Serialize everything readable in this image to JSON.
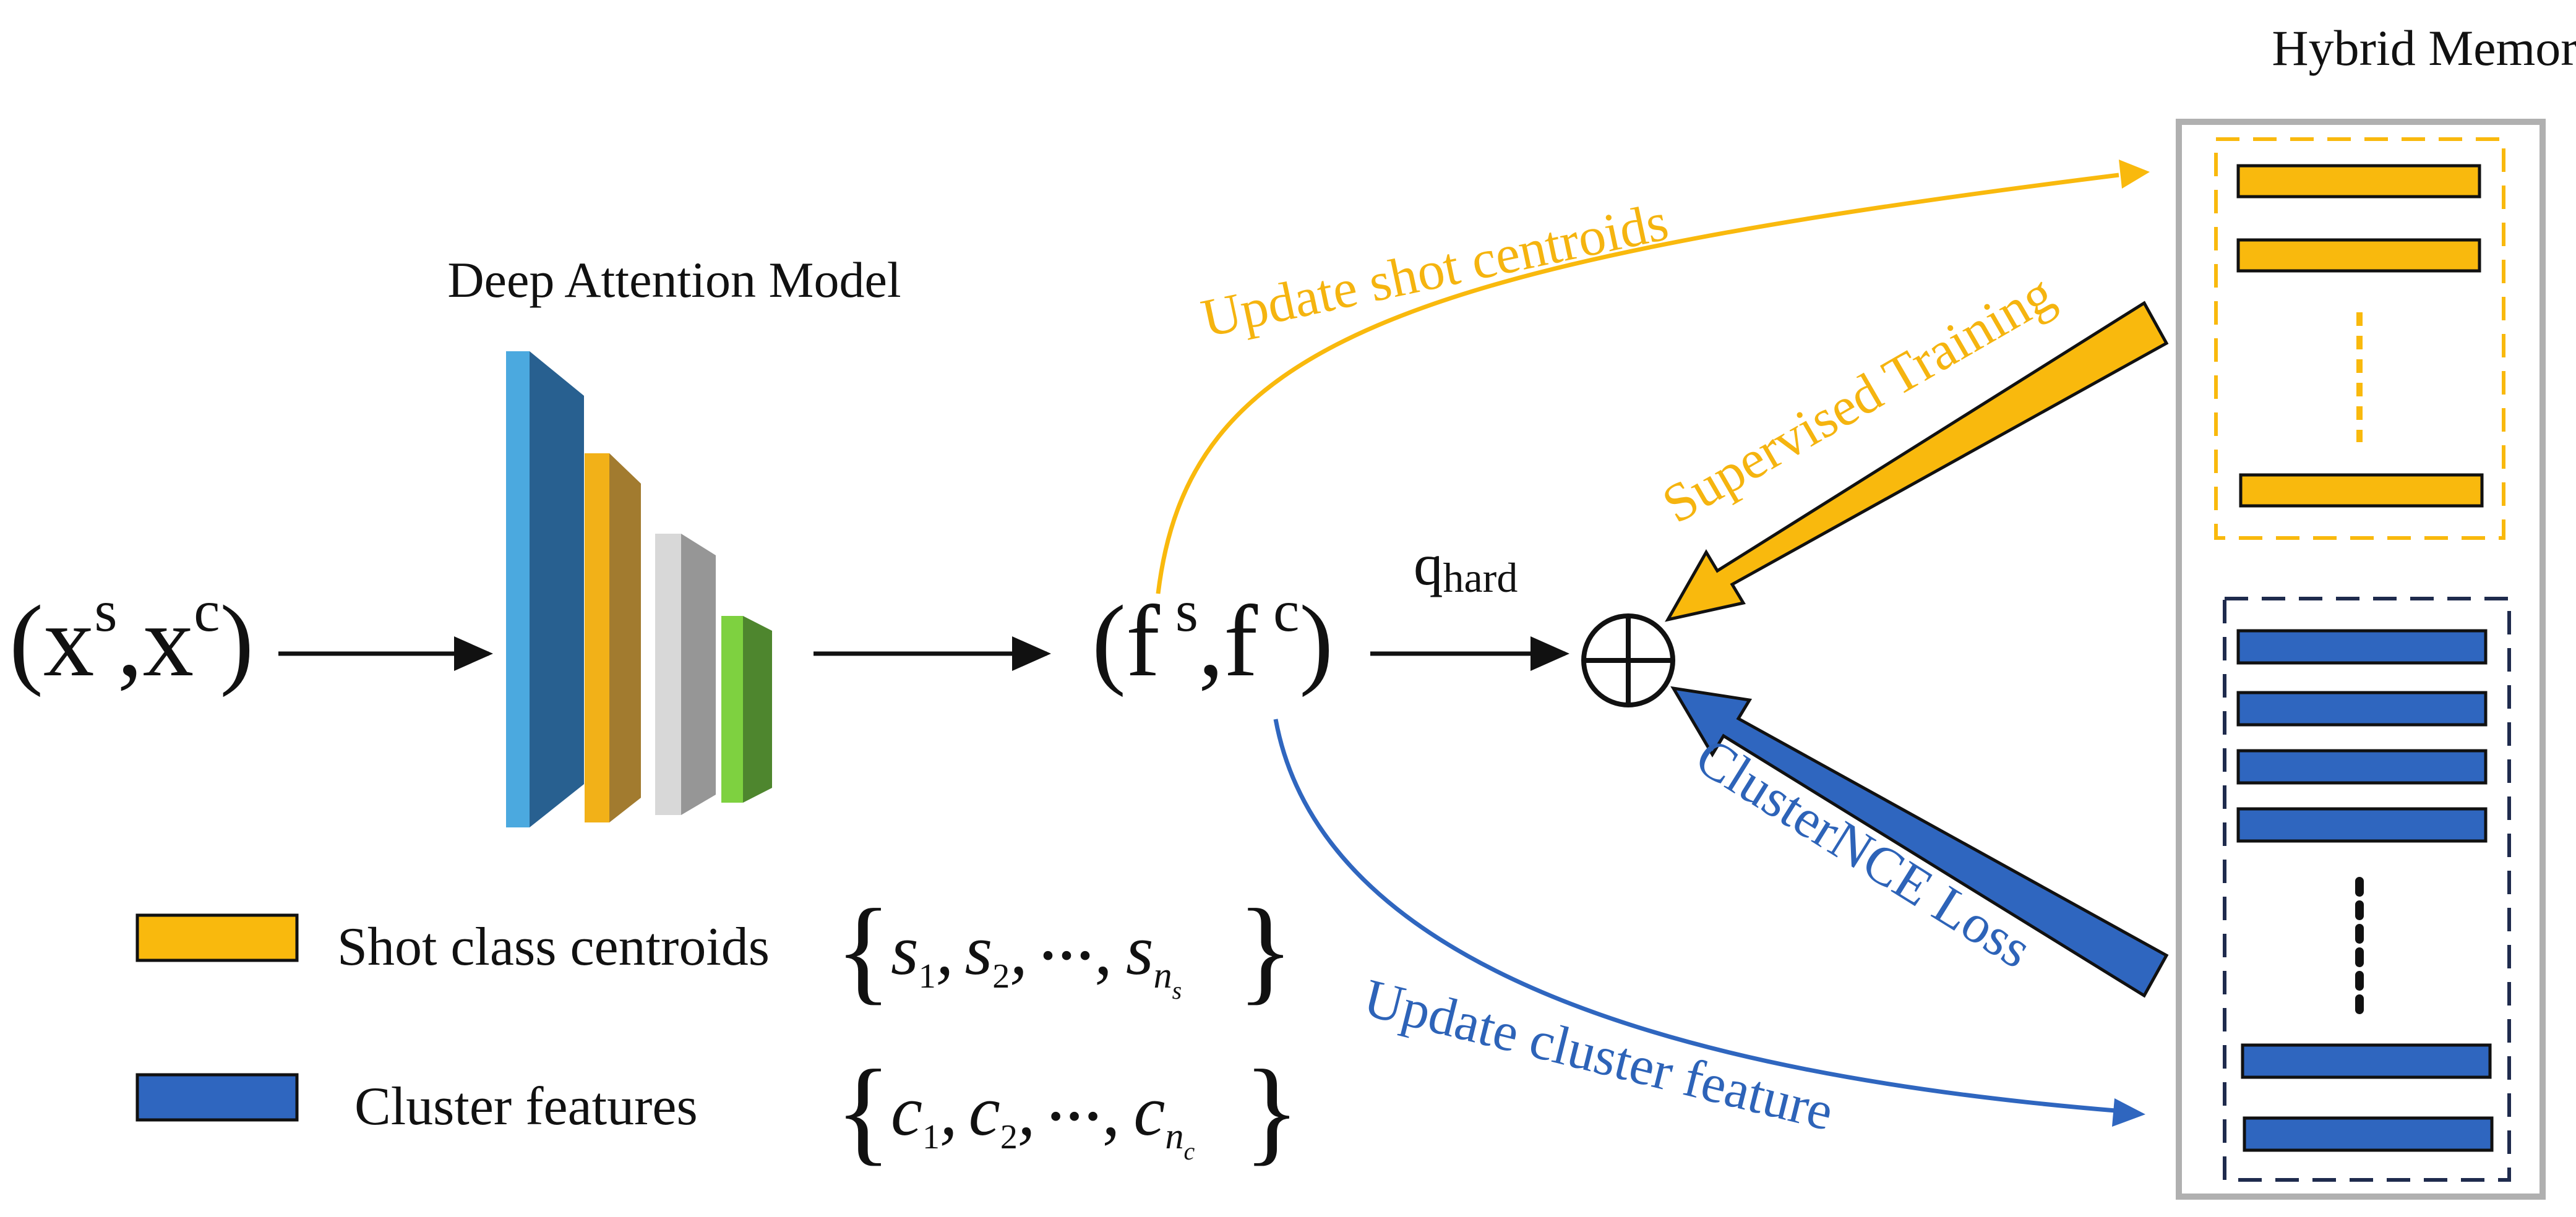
{
  "title": "Hybrid Memory",
  "model": {
    "title": "Deep Attention Model"
  },
  "input": {
    "open": "(x",
    "sup_s": "s",
    "mid": ",x",
    "sup_c": "c",
    "close": ")"
  },
  "features": {
    "open": "(f",
    "sup_s": "s",
    "mid": ",f",
    "sup_c": "c",
    "close": ")"
  },
  "qhard": {
    "q": "q",
    "sub": "hard"
  },
  "oplus_symbol": "⊕",
  "arrows": {
    "update_shot": "Update shot centroids",
    "supervised": "Supervised Training",
    "cluster_nce": "ClusterNCE Loss",
    "update_cluster": "Update cluster feature"
  },
  "legend": {
    "shot_label": "Shot class centroids",
    "shot_set": {
      "brace_open": "{",
      "s": "s",
      "sub1": "1",
      "sub2": "2",
      "dots": "···",
      "subn": "n",
      "subn_sub": "s",
      "brace_close": "}"
    },
    "cluster_label": "Cluster features",
    "cluster_set": {
      "brace_open": "{",
      "c": "c",
      "sub1": "1",
      "sub2": "2",
      "dots": "···",
      "subn": "n",
      "subn_sub": "c",
      "brace_close": "}"
    }
  },
  "colors": {
    "orange": "#F9B90D",
    "blue": "#2F66BF",
    "text_orange": "#F5B40F",
    "text_blue": "#2D63B8",
    "dark_navy": "#1F2B4D",
    "gray": "#B0B0B0",
    "layer_blue_light": "#4BA9DF",
    "layer_blue_dark": "#286090",
    "layer_gold": "#F2B118",
    "layer_brown": "#A27B2F",
    "layer_lightgray": "#D8D8D8",
    "layer_gray": "#969696",
    "layer_green_light": "#7ED140",
    "layer_green_dark": "#4E862E"
  }
}
